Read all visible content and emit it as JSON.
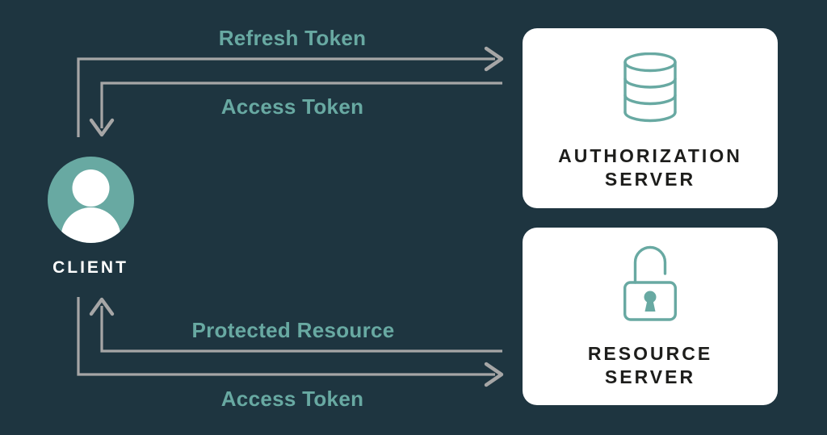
{
  "colors": {
    "background": "#1e3540",
    "accent": "#68a9a2",
    "arrow": "#a6a6a6",
    "card_bg": "#ffffff",
    "card_text": "#1d1d1b",
    "client_text": "#ffffff"
  },
  "client": {
    "label": "CLIENT",
    "avatar_icon": "person-icon"
  },
  "servers": {
    "authorization": {
      "icon": "database-icon",
      "line1": "AUTHORIZATION",
      "line2": "SERVER"
    },
    "resource": {
      "icon": "lock-icon",
      "line1": "RESOURCE",
      "line2": "SERVER"
    }
  },
  "flows": {
    "refresh_token": {
      "label": "Refresh Token",
      "from": "client",
      "to": "authorization-server"
    },
    "access_token_top": {
      "label": "Access Token",
      "from": "authorization-server",
      "to": "client"
    },
    "protected_resource": {
      "label": "Protected Resource",
      "from": "resource-server",
      "to": "client"
    },
    "access_token_bottom": {
      "label": "Access Token",
      "from": "client",
      "to": "resource-server"
    }
  }
}
